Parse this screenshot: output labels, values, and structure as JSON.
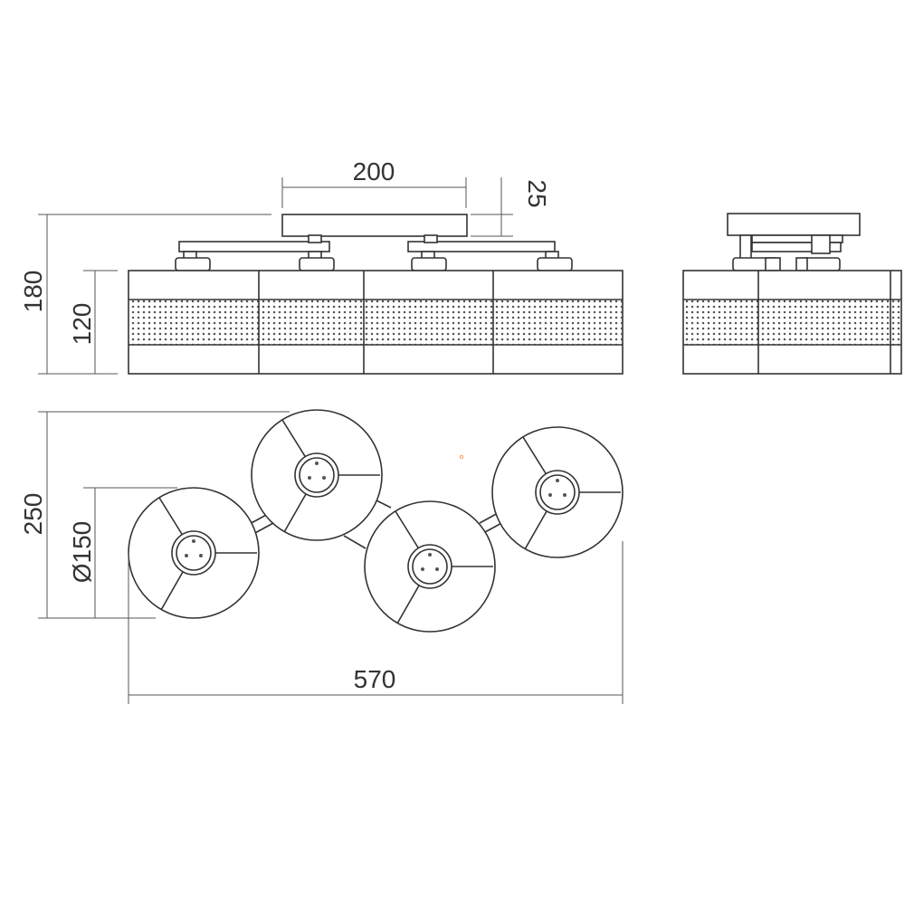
{
  "dimensions": {
    "mount_width": "200",
    "canopy_height": "25",
    "total_height": "180",
    "shade_height": "120",
    "top_depth": "250",
    "shade_diameter": "Ø150",
    "total_length": "570"
  },
  "colors": {
    "line": "#333333",
    "background": "#ffffff"
  }
}
